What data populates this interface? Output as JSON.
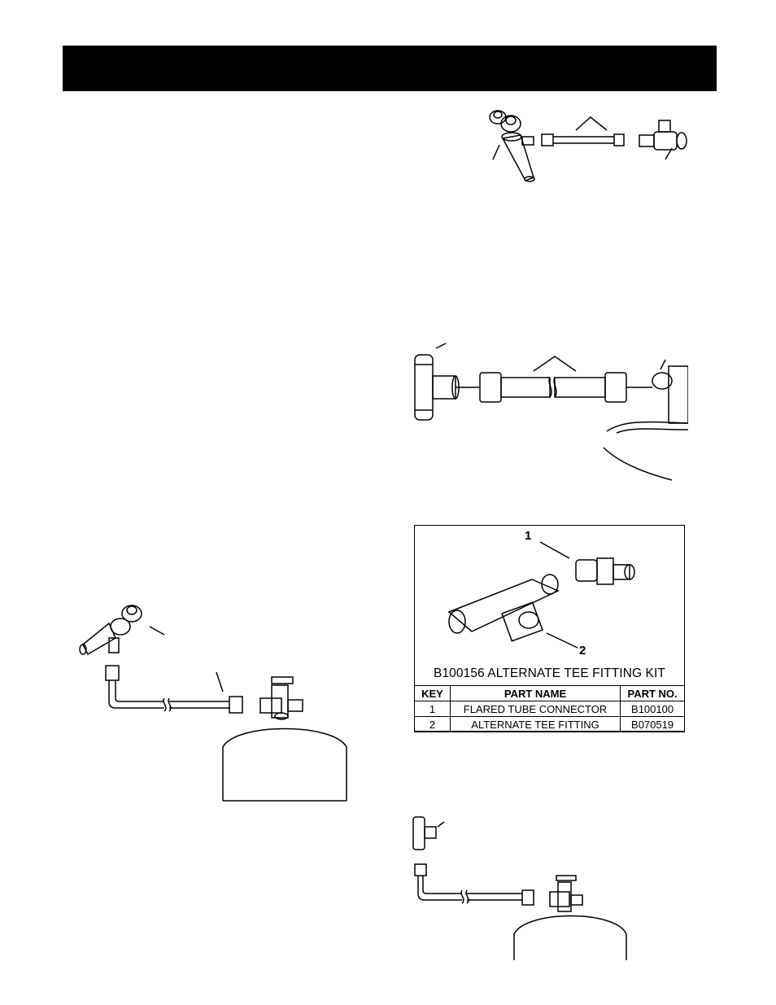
{
  "header": {
    "title": ""
  },
  "kit": {
    "label_1": "1",
    "label_2": "2",
    "title": "B100156 ALTERNATE TEE FITTING KIT",
    "columns": [
      "KEY",
      "PART NAME",
      "PART NO."
    ],
    "rows": [
      {
        "key": "1",
        "part_name": "FLARED TUBE CONNECTOR",
        "part_no": "B100100"
      },
      {
        "key": "2",
        "part_name": "ALTERNATE TEE FITTING",
        "part_no": "B070519"
      }
    ]
  }
}
